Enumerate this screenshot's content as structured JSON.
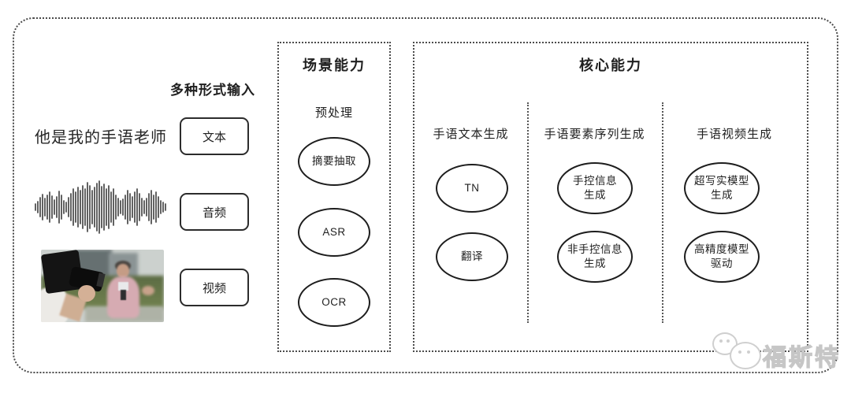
{
  "input_section": {
    "label": "多种形式输入",
    "text_sample": "他是我的手语老师",
    "buttons": [
      {
        "label": "文本"
      },
      {
        "label": "音频"
      },
      {
        "label": "视频"
      }
    ],
    "media": {
      "waveform_icon": "audio-waveform-icon",
      "video_thumbnail": "reporter-interview-photo"
    }
  },
  "scene_section": {
    "title": "场景能力",
    "group_label": "预处理",
    "nodes": [
      {
        "label": "摘要抽取"
      },
      {
        "label": "ASR"
      },
      {
        "label": "OCR"
      }
    ]
  },
  "core_section": {
    "title": "核心能力",
    "columns": [
      {
        "header": "手语文本生成",
        "nodes": [
          {
            "label": "TN"
          },
          {
            "label": "翻译"
          }
        ]
      },
      {
        "header": "手语要素序列生成",
        "nodes": [
          {
            "label": [
              "手控信息",
              "生成"
            ]
          },
          {
            "label": [
              "非手控信息",
              "生成"
            ]
          }
        ]
      },
      {
        "header": "手语视频生成",
        "nodes": [
          {
            "label": [
              "超写实模型",
              "生成"
            ]
          },
          {
            "label": [
              "高精度模型",
              "驱动"
            ]
          }
        ]
      }
    ]
  },
  "watermark": {
    "text": "福斯特",
    "icon": "chat-bubbles-icon"
  },
  "colors": {
    "ink": "#1f1f1f",
    "line": "#4a4a4a",
    "watermark_gray": "#cfcfcf"
  }
}
